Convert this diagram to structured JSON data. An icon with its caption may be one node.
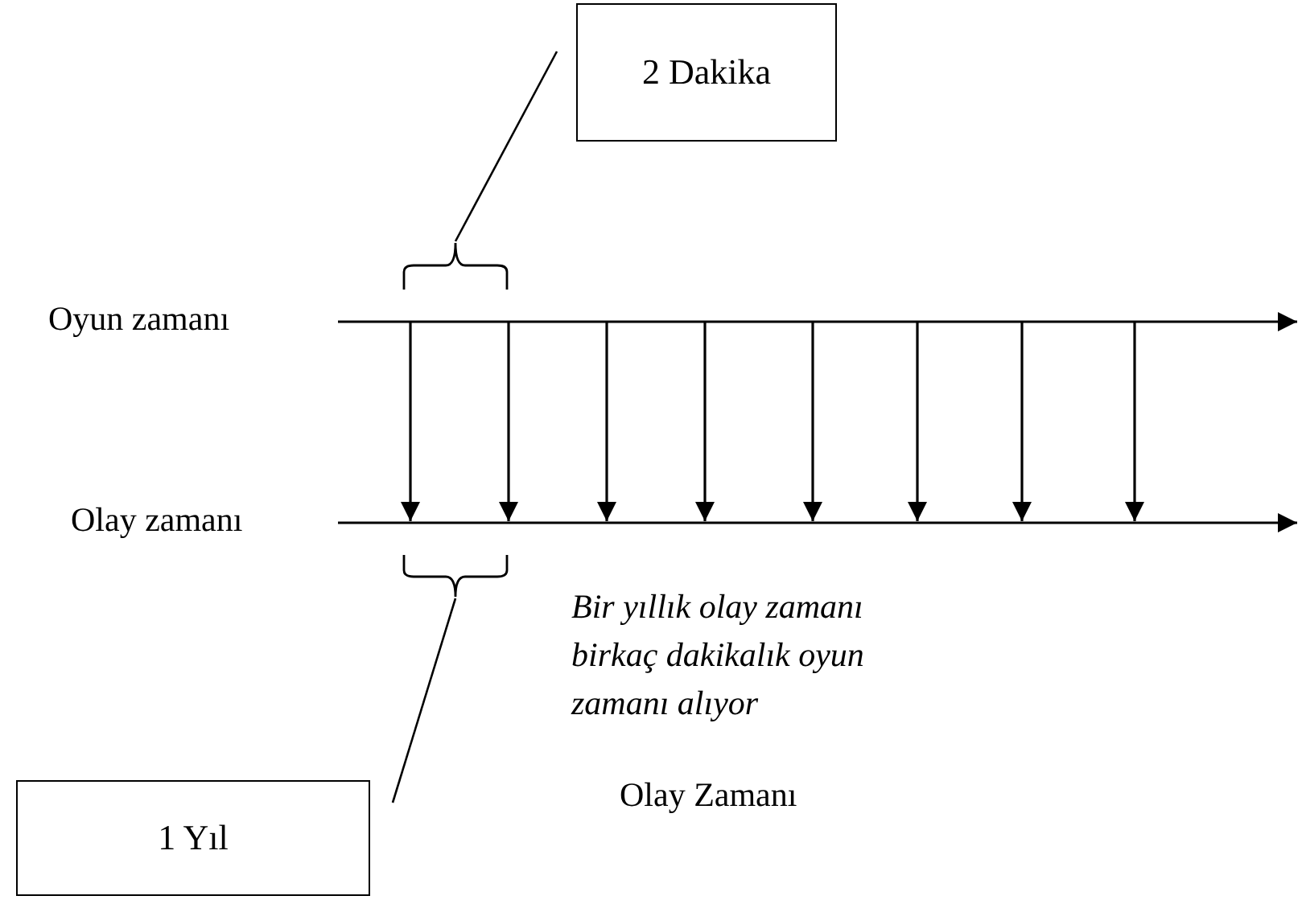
{
  "diagram": {
    "nodes": [
      {
        "text": [
          "2 Dakika"
        ]
      },
      {
        "text": [],
        "shape": "brace"
      },
      {
        "text": [],
        "shape": "brace"
      },
      {
        "text": [
          "1 Yıl"
        ]
      }
    ],
    "edges": [
      {
        "from": 0,
        "to": 1,
        "arrow": "none"
      },
      {
        "from": 3,
        "to": 2,
        "arrow": "none"
      }
    ],
    "labels": [
      "Oyun zamanı",
      "Olay zamanı",
      "Bir yıllık olay zamanı birkaç dakikalık oyun zamanı alıyor",
      "Olay Zamanı"
    ]
  }
}
